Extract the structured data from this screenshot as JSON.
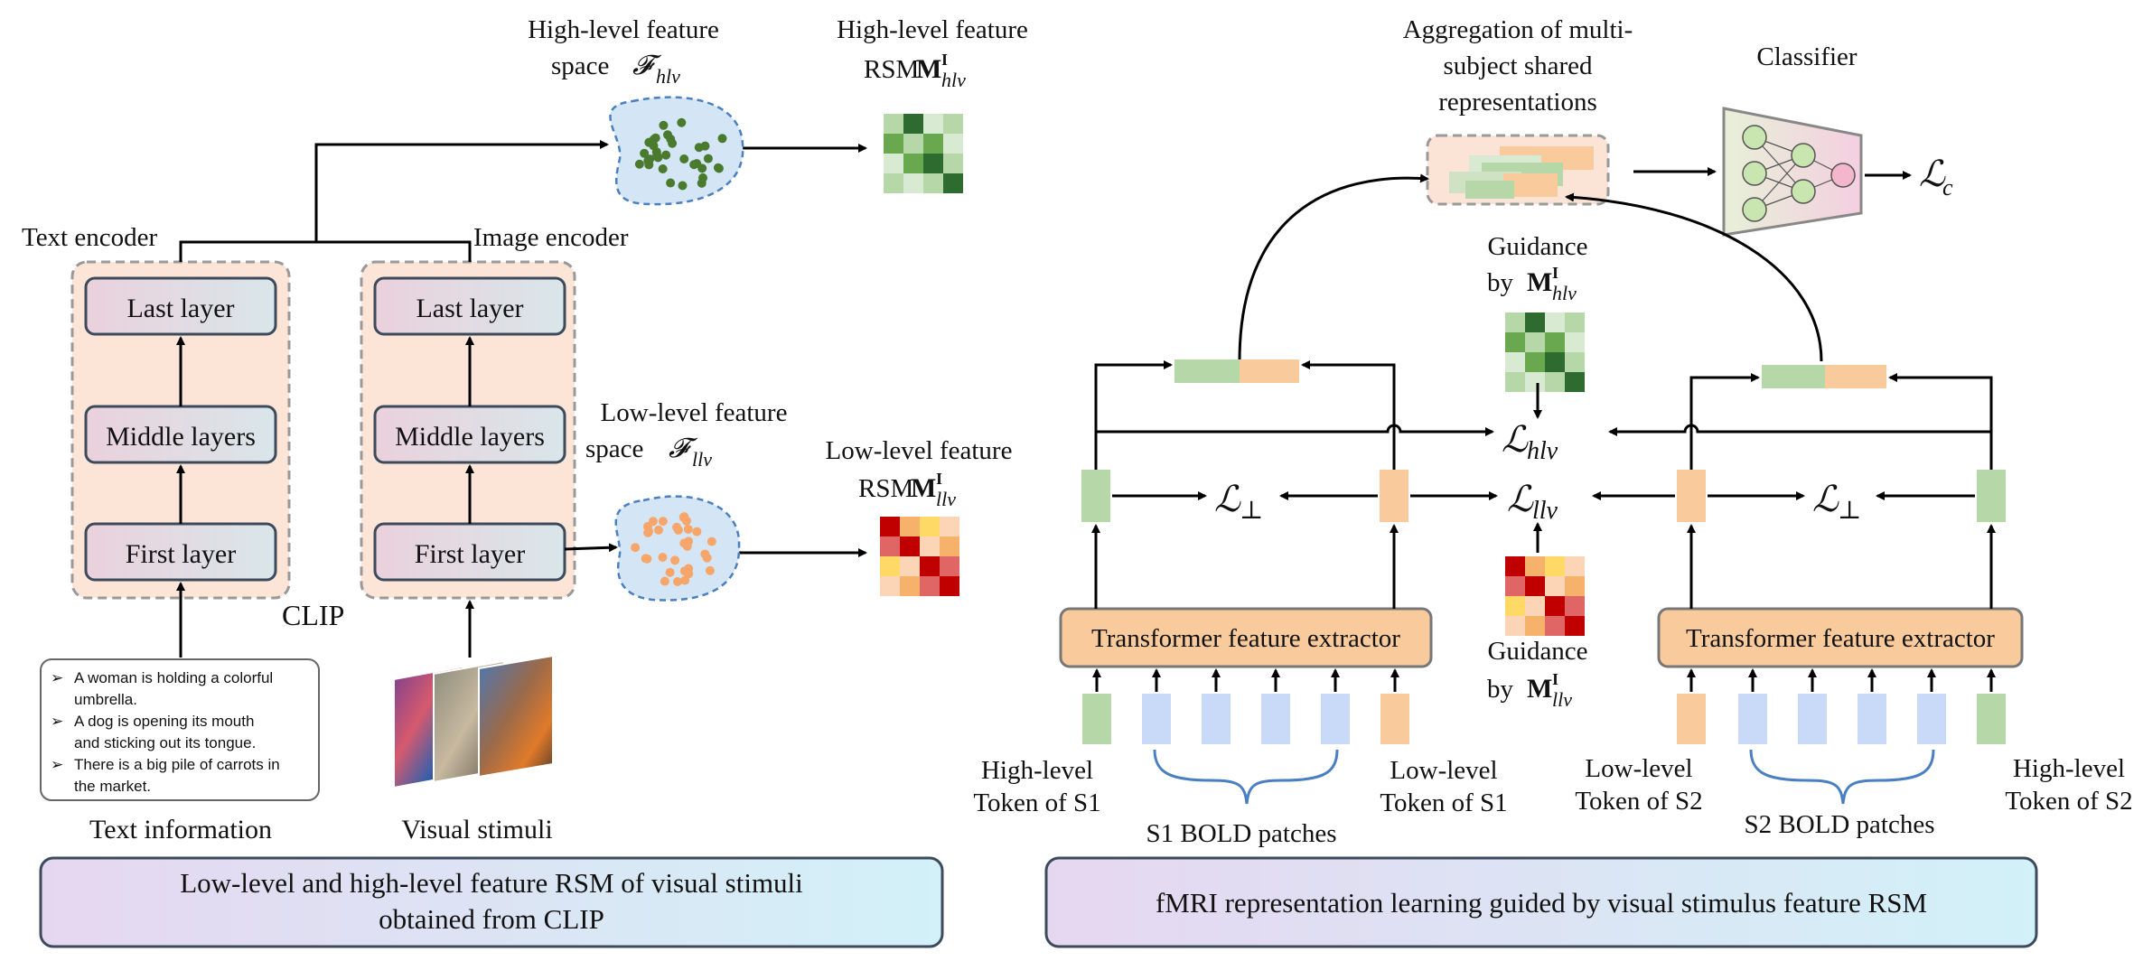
{
  "left": {
    "text_encoder": "Text encoder",
    "image_encoder": "Image encoder",
    "last_layer": "Last layer",
    "middle_layers": "Middle layers",
    "first_layer": "First layer",
    "clip": "CLIP",
    "text_items": [
      "A woman is holding a colorful",
      "umbrella.",
      "A dog is opening its mouth",
      "and sticking out its tongue.",
      "There is a big pile of carrots in",
      "the market."
    ],
    "text_information": "Text information",
    "visual_stimuli": "Visual stimuli",
    "hl_space_line1": "High-level feature",
    "hl_space_word": "space",
    "hl_space_sym": "𝓕",
    "hl_sub": "hlv",
    "hl_rsm_line1": "High-level feature",
    "rsm_word": "RSM",
    "rsm_M": "M",
    "rsm_sup": "I",
    "ll_space_line1": "Low-level feature",
    "ll_space_word": "space",
    "ll_space_sym": "𝓕",
    "ll_sub": "llv",
    "ll_rsm_line1": "Low-level feature",
    "banner": [
      "Low-level and high-level feature RSM of visual stimuli",
      "obtained from CLIP"
    ]
  },
  "right": {
    "aggregation": [
      "Aggregation of multi-",
      "subject shared",
      "representations"
    ],
    "classifier": "Classifier",
    "loss_c": "ℒ",
    "loss_c_sub": "c",
    "guidance": "Guidance",
    "by": "by",
    "loss_hlv": "ℒ",
    "loss_hlv_sub": "hlv",
    "loss_llv": "ℒ",
    "loss_llv_sub": "llv",
    "loss_perp": "ℒ",
    "loss_perp_sub": "⊥",
    "extractor": "Transformer feature extractor",
    "hl_token": [
      "High-level",
      "Token of S1"
    ],
    "ll_token": [
      "Low-level",
      "Token of S1"
    ],
    "s1_patches": "S1 BOLD patches",
    "ll_token2": [
      "Low-level",
      "Token of S2"
    ],
    "s2_patches": "S2 BOLD patches",
    "hl_token2": [
      "High-level",
      "Token of S2"
    ],
    "banner": "fMRI representation learning guided by visual stimulus feature RSM"
  },
  "colors": {
    "green_dark": "#2e6b2e",
    "green_mid": "#6aa84f",
    "green_light": "#b6d7a8",
    "green_pale": "#d9ead3",
    "red_dark": "#c00000",
    "red_mid": "#e06666",
    "orange": "#f6b26b",
    "peach": "#fbd5b5",
    "yellow": "#ffd966",
    "token_green": "#b6d7a8",
    "token_peach": "#f9cb9c",
    "patch_blue": "#c9daf8",
    "extractor_fill": "#f9cb9c"
  }
}
